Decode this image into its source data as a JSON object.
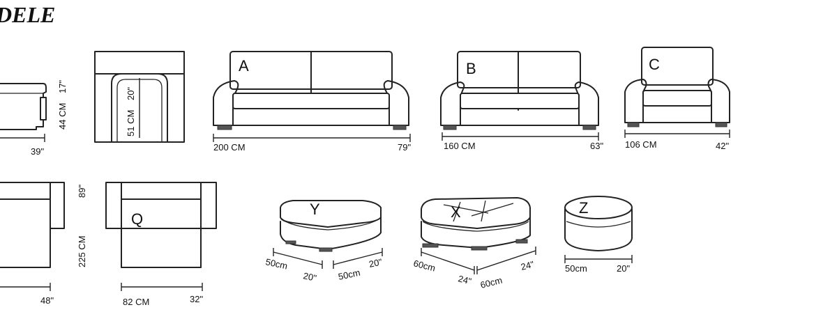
{
  "brand": "DELE",
  "items": {
    "A": {
      "letter": "A",
      "metric": "200 CM",
      "imperial": "79\""
    },
    "B": {
      "letter": "B",
      "metric": "160 CM",
      "imperial": "63\""
    },
    "C": {
      "letter": "C",
      "metric": "106 CM",
      "imperial": "42\""
    },
    "Q": {
      "letter": "Q",
      "metric": "82 CM",
      "imperial": "32\""
    },
    "Y": {
      "letter": "Y",
      "d1_metric": "50cm",
      "d1_imperial": "20\"",
      "d2_metric": "50cm",
      "d2_imperial": "20\""
    },
    "X": {
      "letter": "X",
      "d1_metric": "60cm",
      "d1_imperial": "24\"",
      "d2_metric": "60cm",
      "d2_imperial": "24\""
    },
    "Z": {
      "letter": "Z",
      "metric": "50cm",
      "imperial": "20\""
    }
  },
  "side_view": {
    "depth_imperial": "39\"",
    "height_metric": "44 CM",
    "height_imperial": "17\""
  },
  "seat_view": {
    "seat_imperial": "20\"",
    "seat_metric": "51 CM"
  },
  "corner_view": {
    "width_imperial": "48\"",
    "length_metric": "225 CM",
    "length_imperial": "89\""
  }
}
